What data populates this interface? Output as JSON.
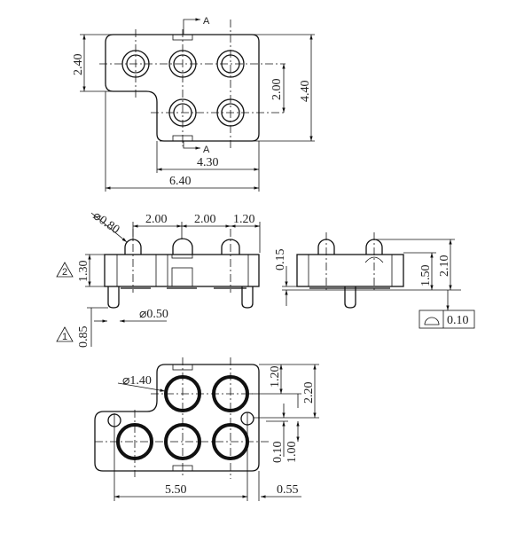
{
  "top_view": {
    "section_label_top": "A",
    "section_label_bottom": "A",
    "dim_left_height": "2.40",
    "dim_pitch_vertical": "2.00",
    "dim_total_height": "4.40",
    "dim_lower_width": "4.30",
    "dim_total_width": "6.40"
  },
  "front_view": {
    "dim_dome_dia": "⌀0.80",
    "dim_pitch_1": "2.00",
    "dim_pitch_2": "2.00",
    "dim_edge": "1.20",
    "dim_body_height": "1.30",
    "note_2": "2",
    "dim_pin_dia": "⌀0.50",
    "dim_pin_length": "0.85",
    "note_1": "1"
  },
  "side_view": {
    "dim_gap": "0.15",
    "dim_body_height": "1.50",
    "dim_total_height": "2.10",
    "flatness_value": "0.10"
  },
  "bottom_view": {
    "dim_pad_dia": "⌀1.40",
    "dim_row_offset": "1.20",
    "dim_upper_height": "2.20",
    "dim_hole_offset": "0.10",
    "dim_row_to_hole": "1.00",
    "dim_pad_span": "5.50",
    "dim_edge": "0.55"
  }
}
